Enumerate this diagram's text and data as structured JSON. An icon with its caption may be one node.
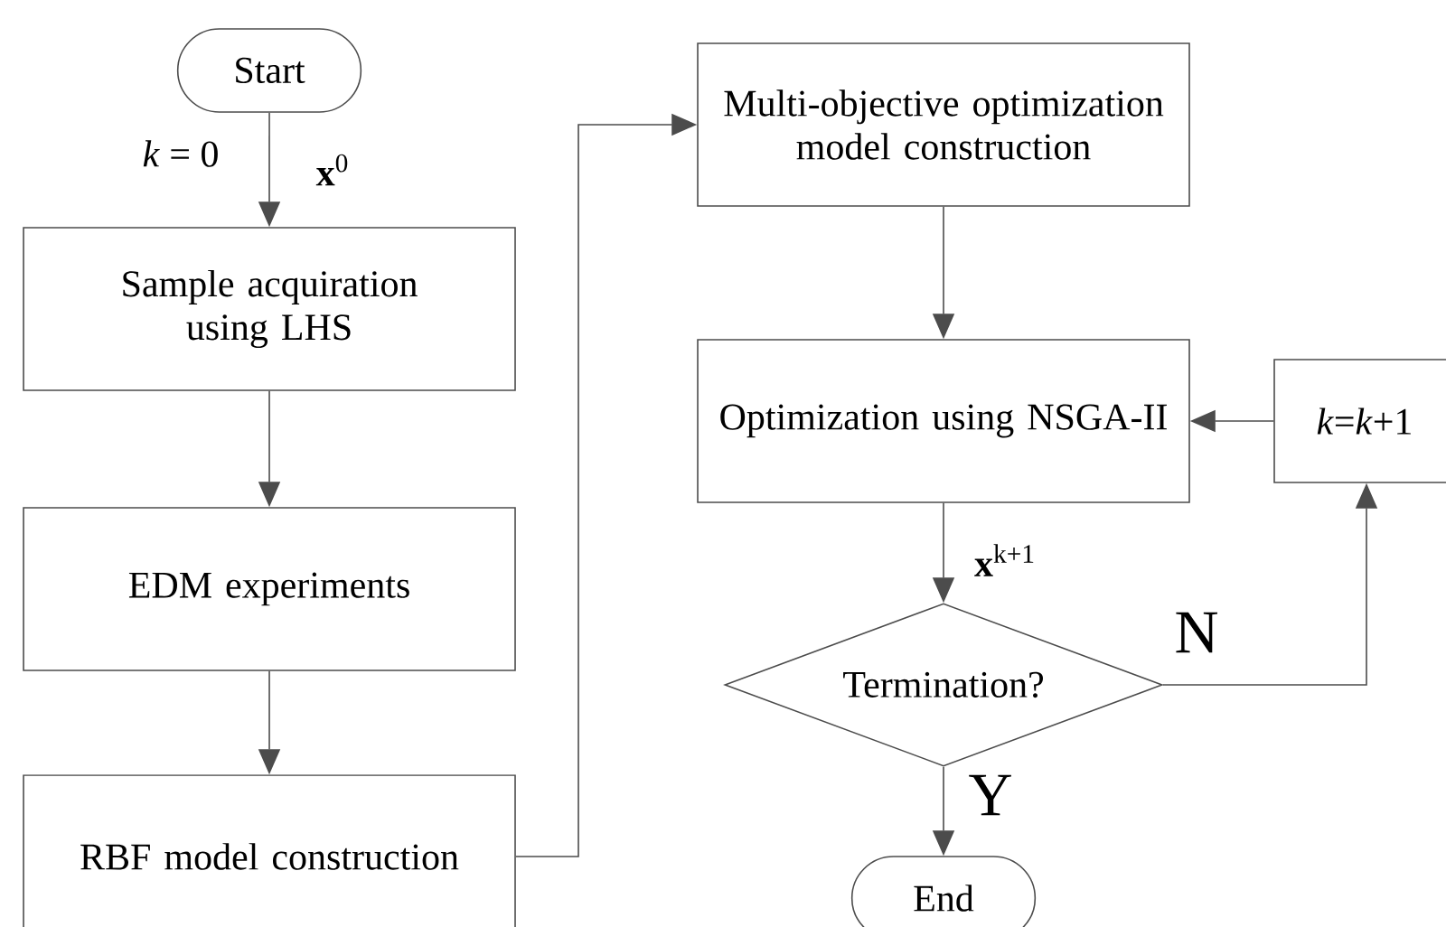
{
  "diagram": {
    "nodes": [
      {
        "text": [
          "Start"
        ]
      },
      {
        "text": [
          "Sample acquiration using LHS"
        ]
      },
      {
        "text": [
          "EDM experiments"
        ]
      },
      {
        "text": [
          "RBF model construction"
        ]
      },
      {
        "text": [
          "Multi-objective optimization model construction"
        ]
      },
      {
        "text": [
          "Optimization using NSGA-II"
        ]
      },
      {
        "text": [
          "*k*=*k*+1"
        ]
      },
      {
        "text": [
          "Termination?"
        ]
      },
      {
        "text": [
          "End"
        ]
      }
    ],
    "edges": [
      {
        "from": 0,
        "to": 1,
        "arrow": "to",
        "label": "**x**$^{0}$"
      },
      {
        "from": 1,
        "to": 2,
        "arrow": "to"
      },
      {
        "from": 2,
        "to": 3,
        "arrow": "to"
      },
      {
        "from": 3,
        "to": 4,
        "arrow": "to"
      },
      {
        "from": 4,
        "to": 5,
        "arrow": "to"
      },
      {
        "from": 5,
        "to": 7,
        "arrow": "to",
        "label": "**x**$^{k+1}$"
      },
      {
        "from": 7,
        "to": 6,
        "arrow": "to",
        "label": "N"
      },
      {
        "from": 6,
        "to": 5,
        "arrow": "to"
      },
      {
        "from": 7,
        "to": 8,
        "arrow": "to",
        "label": "Y"
      }
    ],
    "labels": [
      "*k* = 0"
    ]
  }
}
